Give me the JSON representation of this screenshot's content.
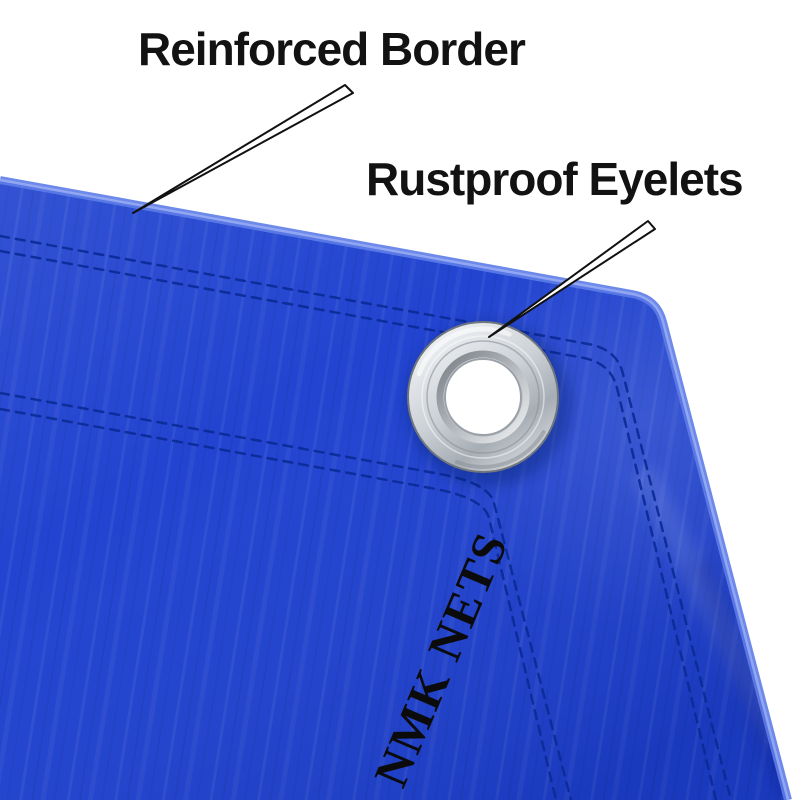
{
  "callouts": [
    {
      "id": "reinforced-border",
      "label": "Reinforced Border"
    },
    {
      "id": "rustproof-eyelets",
      "label": "Rustproof Eyelets"
    }
  ],
  "tarp": {
    "brand_text": "NMK NETS"
  },
  "colors": {
    "background": "#ffffff",
    "label_text": "#121212",
    "tarp_blue": "#1d40cf",
    "tarp_edge_highlight": "#5d7ce8",
    "tarp_edge_bright": "#9db0f5",
    "stitch_thread": "#0b2a96",
    "eyelet_silver_light": "#f4f6f8",
    "eyelet_silver_dark": "#a6adb4",
    "arrow_fill": "#ffffff",
    "arrow_outline": "#111111",
    "brand_text_color": "#0b0b0b"
  }
}
